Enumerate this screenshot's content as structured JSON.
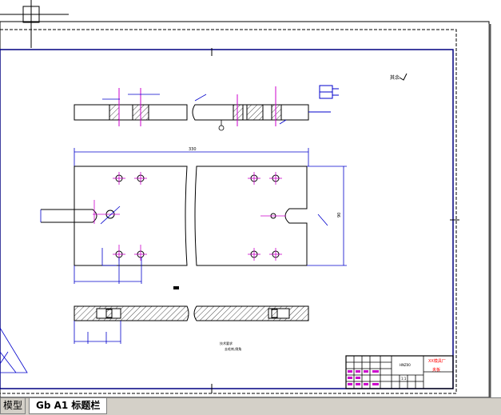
{
  "tabs": [
    {
      "label": "模型",
      "active": false
    },
    {
      "label": "Gb A1 标题栏",
      "active": true
    }
  ],
  "drawing": {
    "note_top_right": "其余",
    "center_note": "技术要求",
    "center_note_sub": "去毛刺,倒角",
    "dimension_total_width": "330",
    "dimension_height": "90",
    "title_block": {
      "drawing_name": "HNZ00",
      "company": "XX模具厂",
      "part": "夹板",
      "scale": "1:1"
    }
  },
  "colors": {
    "outline": "#000000",
    "dimension": "#0000cc",
    "centerline": "#cc00cc",
    "title_red": "#ff0000",
    "frame": "#000080"
  }
}
